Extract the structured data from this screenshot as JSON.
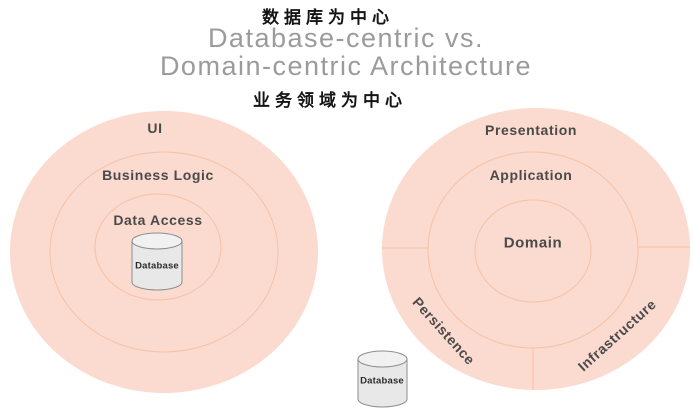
{
  "header": {
    "subtitle_top": "数据库为中心",
    "title_line1": "Database-centric vs.",
    "title_line2": "Domain-centric Architecture",
    "subtitle_bottom": "业务领域为中心"
  },
  "left_diagram": {
    "name": "Database-centric architecture",
    "layers": [
      "UI",
      "Business Logic",
      "Data Access"
    ],
    "database_label": "Database"
  },
  "right_diagram": {
    "name": "Domain-centric architecture",
    "layers": [
      "Presentation",
      "Application",
      "Domain"
    ],
    "outer_sections": [
      "Persistence",
      "Infrastructure"
    ],
    "database_label": "Database"
  },
  "colors": {
    "circle_fill": "#fbdacf",
    "circle_stroke": "#f5c2a7",
    "cylinder_fill": "#e8e8e8",
    "cylinder_lid_fill": "#f1f1f1",
    "cylinder_stroke": "#8e8e8e",
    "label_text": "#4a4a4a",
    "title_text": "#9b9b9b",
    "subtitle_text": "#151515"
  }
}
